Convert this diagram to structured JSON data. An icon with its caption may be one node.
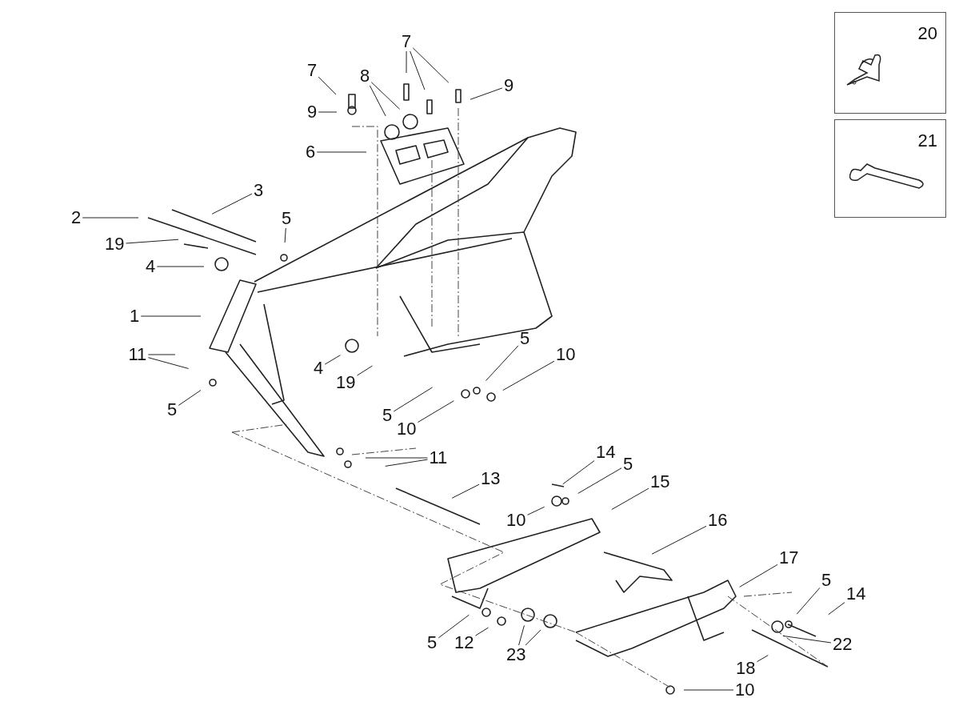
{
  "diagram": {
    "nodes": [
      {
        "text": [
          "7"
        ]
      },
      {
        "text": [
          "8"
        ]
      },
      {
        "text": [
          "7"
        ]
      },
      {
        "text": [
          "9"
        ]
      },
      {
        "text": [
          "9"
        ]
      },
      {
        "text": [
          "20"
        ]
      },
      {
        "text": [
          "6"
        ]
      },
      {
        "text": [
          "21"
        ]
      },
      {
        "text": [
          "3"
        ]
      },
      {
        "text": [
          "2"
        ]
      },
      {
        "text": [
          "5"
        ]
      },
      {
        "text": [
          "19"
        ]
      },
      {
        "text": [
          "4"
        ]
      },
      {
        "text": [
          "1"
        ]
      },
      {
        "text": [
          "11"
        ]
      },
      {
        "text": [
          "4"
        ]
      },
      {
        "text": [
          "19"
        ]
      },
      {
        "text": [
          "5"
        ]
      },
      {
        "text": [
          "10"
        ]
      },
      {
        "text": [
          "5"
        ]
      },
      {
        "text": [
          "5"
        ]
      },
      {
        "text": [
          "10"
        ]
      },
      {
        "text": [
          "11"
        ]
      },
      {
        "text": [
          "14"
        ]
      },
      {
        "text": [
          "13"
        ]
      },
      {
        "text": [
          "5"
        ]
      },
      {
        "text": [
          "15"
        ]
      },
      {
        "text": [
          "10"
        ]
      },
      {
        "text": [
          "16"
        ]
      },
      {
        "text": [
          "17"
        ]
      },
      {
        "text": [
          "5"
        ]
      },
      {
        "text": [
          "14"
        ]
      },
      {
        "text": [
          "5"
        ]
      },
      {
        "text": [
          "12"
        ]
      },
      {
        "text": [
          "23"
        ]
      },
      {
        "text": [
          "22"
        ]
      },
      {
        "text": [
          "18"
        ]
      },
      {
        "text": [
          "10"
        ]
      }
    ],
    "edges": [
      {
        "from": 0,
        "to": null,
        "arrow": "none"
      },
      {
        "from": 1,
        "to": null,
        "arrow": "none"
      },
      {
        "from": 1,
        "to": null,
        "arrow": "none"
      },
      {
        "from": 2,
        "to": null,
        "arrow": "none"
      },
      {
        "from": 2,
        "to": null,
        "arrow": "none"
      },
      {
        "from": 2,
        "to": null,
        "arrow": "none"
      },
      {
        "from": 3,
        "to": null,
        "arrow": "none"
      },
      {
        "from": 4,
        "to": null,
        "arrow": "none"
      },
      {
        "from": 6,
        "to": null,
        "arrow": "none"
      },
      {
        "from": 8,
        "to": null,
        "arrow": "none"
      },
      {
        "from": 9,
        "to": null,
        "arrow": "none"
      },
      {
        "from": 10,
        "to": null,
        "arrow": "none"
      },
      {
        "from": 11,
        "to": null,
        "arrow": "none"
      },
      {
        "from": 12,
        "to": null,
        "arrow": "none"
      },
      {
        "from": 13,
        "to": null,
        "arrow": "none"
      },
      {
        "from": 14,
        "to": null,
        "arrow": "none"
      },
      {
        "from": 14,
        "to": null,
        "arrow": "none"
      },
      {
        "from": 15,
        "to": null,
        "arrow": "none"
      },
      {
        "from": 16,
        "to": null,
        "arrow": "none"
      },
      {
        "from": 17,
        "to": null,
        "arrow": "none"
      },
      {
        "from": 18,
        "to": null,
        "arrow": "none"
      },
      {
        "from": 19,
        "to": null,
        "arrow": "none"
      },
      {
        "from": 20,
        "to": null,
        "arrow": "none"
      },
      {
        "from": 21,
        "to": null,
        "arrow": "none"
      },
      {
        "from": 22,
        "to": null,
        "arrow": "none"
      },
      {
        "from": 22,
        "to": null,
        "arrow": "none"
      },
      {
        "from": 23,
        "to": null,
        "arrow": "none"
      },
      {
        "from": 24,
        "to": null,
        "arrow": "none"
      },
      {
        "from": 25,
        "to": null,
        "arrow": "none"
      },
      {
        "from": 26,
        "to": null,
        "arrow": "none"
      },
      {
        "from": 27,
        "to": null,
        "arrow": "none"
      },
      {
        "from": 28,
        "to": null,
        "arrow": "none"
      },
      {
        "from": 29,
        "to": null,
        "arrow": "none"
      },
      {
        "from": 30,
        "to": null,
        "arrow": "none"
      },
      {
        "from": 31,
        "to": null,
        "arrow": "none"
      },
      {
        "from": 32,
        "to": null,
        "arrow": "none"
      },
      {
        "from": 33,
        "to": null,
        "arrow": "none"
      },
      {
        "from": 34,
        "to": null,
        "arrow": "none"
      },
      {
        "from": 34,
        "to": null,
        "arrow": "none"
      },
      {
        "from": 35,
        "to": null,
        "arrow": "none"
      },
      {
        "from": 36,
        "to": null,
        "arrow": "none"
      },
      {
        "from": 37,
        "to": null,
        "arrow": "none"
      }
    ]
  }
}
